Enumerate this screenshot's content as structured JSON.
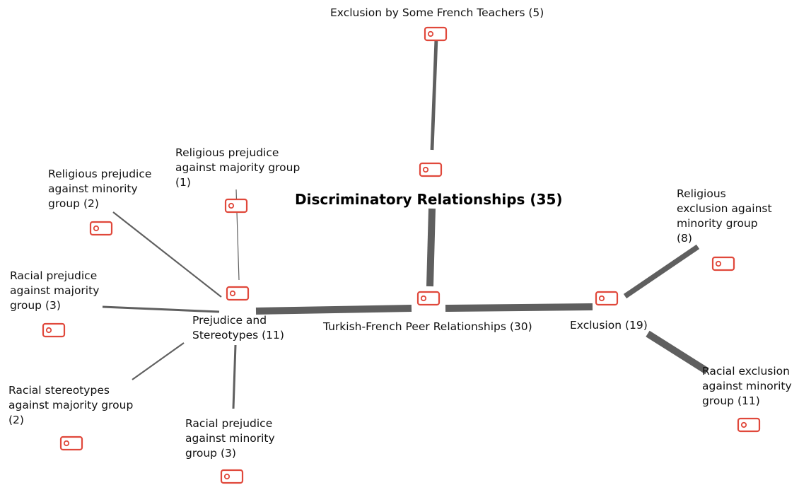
{
  "diagram": {
    "title": "Discriminatory Relationships (35)",
    "accent_color": "#e0483b",
    "edge_color": "#5f5f5f",
    "nodes": [
      {
        "id": "teachers",
        "label": "Exclusion by Some French Teachers (5)",
        "icon": "code-tag-icon"
      },
      {
        "id": "peer",
        "label": "Turkish-French Peer Relationships (30)",
        "icon": "code-tag-icon"
      },
      {
        "id": "prejudice",
        "label": "Prejudice and\nStereotypes (11)",
        "icon": "code-tag-icon"
      },
      {
        "id": "exclusion",
        "label": "Exclusion (19)",
        "icon": "code-tag-icon"
      },
      {
        "id": "rel_prej_majority",
        "label": "Religious prejudice\nagainst majority group\n(1)",
        "icon": "code-tag-icon"
      },
      {
        "id": "rel_prej_minority",
        "label": "Religious prejudice\nagainst  minority\ngroup (2)",
        "icon": "code-tag-icon"
      },
      {
        "id": "racial_prej_majority",
        "label": "Racial prejudice\nagainst majority\ngroup (3)",
        "icon": "code-tag-icon"
      },
      {
        "id": "racial_stereo_majority",
        "label": "Racial stereotypes\nagainst majority group\n(2)",
        "icon": "code-tag-icon"
      },
      {
        "id": "racial_prej_minority",
        "label": "Racial prejudice\nagainst  minority\ngroup (3)",
        "icon": "code-tag-icon"
      },
      {
        "id": "rel_excl_minority",
        "label": "Religious\nexclusion against\nminority group\n(8)",
        "icon": "code-tag-icon"
      },
      {
        "id": "racial_excl_minority",
        "label": "Racial exclusion\nagainst minority\ngroup  (11)",
        "icon": "code-tag-icon"
      }
    ],
    "edges": [
      {
        "from": "root",
        "to": "teachers",
        "weight": 5
      },
      {
        "from": "root",
        "to": "peer",
        "weight": 30
      },
      {
        "from": "peer",
        "to": "prejudice",
        "weight": 11
      },
      {
        "from": "peer",
        "to": "exclusion",
        "weight": 19
      },
      {
        "from": "prejudice",
        "to": "rel_prej_majority",
        "weight": 1
      },
      {
        "from": "prejudice",
        "to": "rel_prej_minority",
        "weight": 2
      },
      {
        "from": "prejudice",
        "to": "racial_prej_majority",
        "weight": 3
      },
      {
        "from": "prejudice",
        "to": "racial_stereo_majority",
        "weight": 2
      },
      {
        "from": "prejudice",
        "to": "racial_prej_minority",
        "weight": 3
      },
      {
        "from": "exclusion",
        "to": "rel_excl_minority",
        "weight": 8
      },
      {
        "from": "exclusion",
        "to": "racial_excl_minority",
        "weight": 11
      }
    ]
  }
}
